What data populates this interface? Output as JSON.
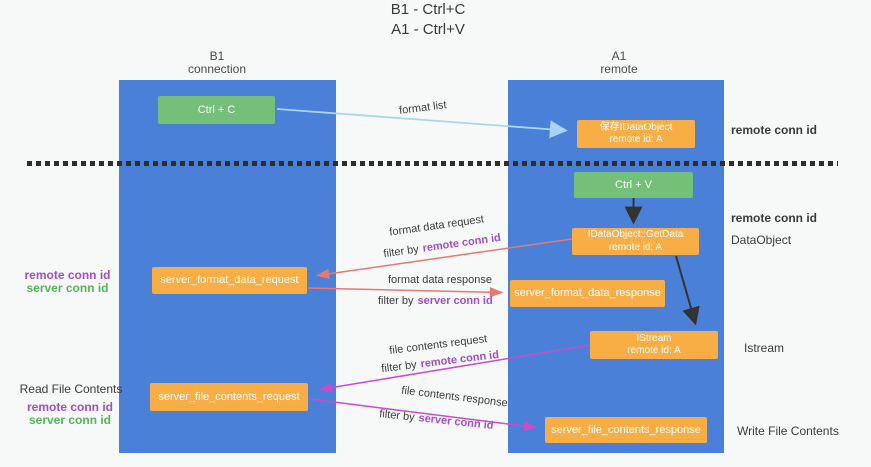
{
  "title": {
    "line1": "B1 - Ctrl+C",
    "line2": "A1 - Ctrl+V"
  },
  "lanes": {
    "b1": {
      "name": "B1",
      "subtitle": "connection"
    },
    "a1": {
      "name": "A1",
      "subtitle": "remote"
    }
  },
  "nodes": {
    "ctrl_c": {
      "label": "Ctrl + C"
    },
    "ctrl_v": {
      "label": "Ctrl + V"
    },
    "save_dataobject": {
      "line1": "保存IDataObject",
      "line2": "remote id: A"
    },
    "getdata": {
      "line1": "IDataObject::GetData",
      "line2": "remote id: A"
    },
    "istream": {
      "line1": "IStream",
      "line2": "remote id: A"
    },
    "server_format_data_request": {
      "label": "server_format_data_request"
    },
    "server_format_data_response": {
      "label": "server_format_data_response"
    },
    "server_file_contents_request": {
      "label": "server_file_contents_request"
    },
    "server_file_contents_response": {
      "label": "server_file_contents_response"
    }
  },
  "edge_labels": {
    "format_list": "format list",
    "format_data_request": "format data request",
    "format_data_response": "format data response",
    "file_contents_request": "file contents request",
    "file_contents_response": "file contents response",
    "filter_by": "filter by",
    "remote_conn_id": "remote conn id",
    "server_conn_id": "server conn id"
  },
  "annotations": {
    "right_remote_conn_id_1": "remote conn id",
    "right_remote_conn_id_2": "remote conn id",
    "right_dataobject": "DataObject",
    "right_istream": "Istream",
    "right_write_file_contents": "Write File Contents",
    "left_remote_conn_id_1": "remote conn id",
    "left_server_conn_id_1": "server conn id",
    "left_read_file_contents": "Read File Contents",
    "left_remote_conn_id_2": "remote conn id",
    "left_server_conn_id_2": "server conn id"
  },
  "colors": {
    "lane_blue": "#4a80d8",
    "node_green": "#74c078",
    "node_orange": "#f9ae45",
    "arrow_red": "#e87872",
    "arrow_magenta": "#cb4bc9",
    "arrow_lightblue": "#a9d5f2",
    "arrow_black": "#333333",
    "text_purple": "#a14fc4",
    "text_green": "#56b45c"
  }
}
